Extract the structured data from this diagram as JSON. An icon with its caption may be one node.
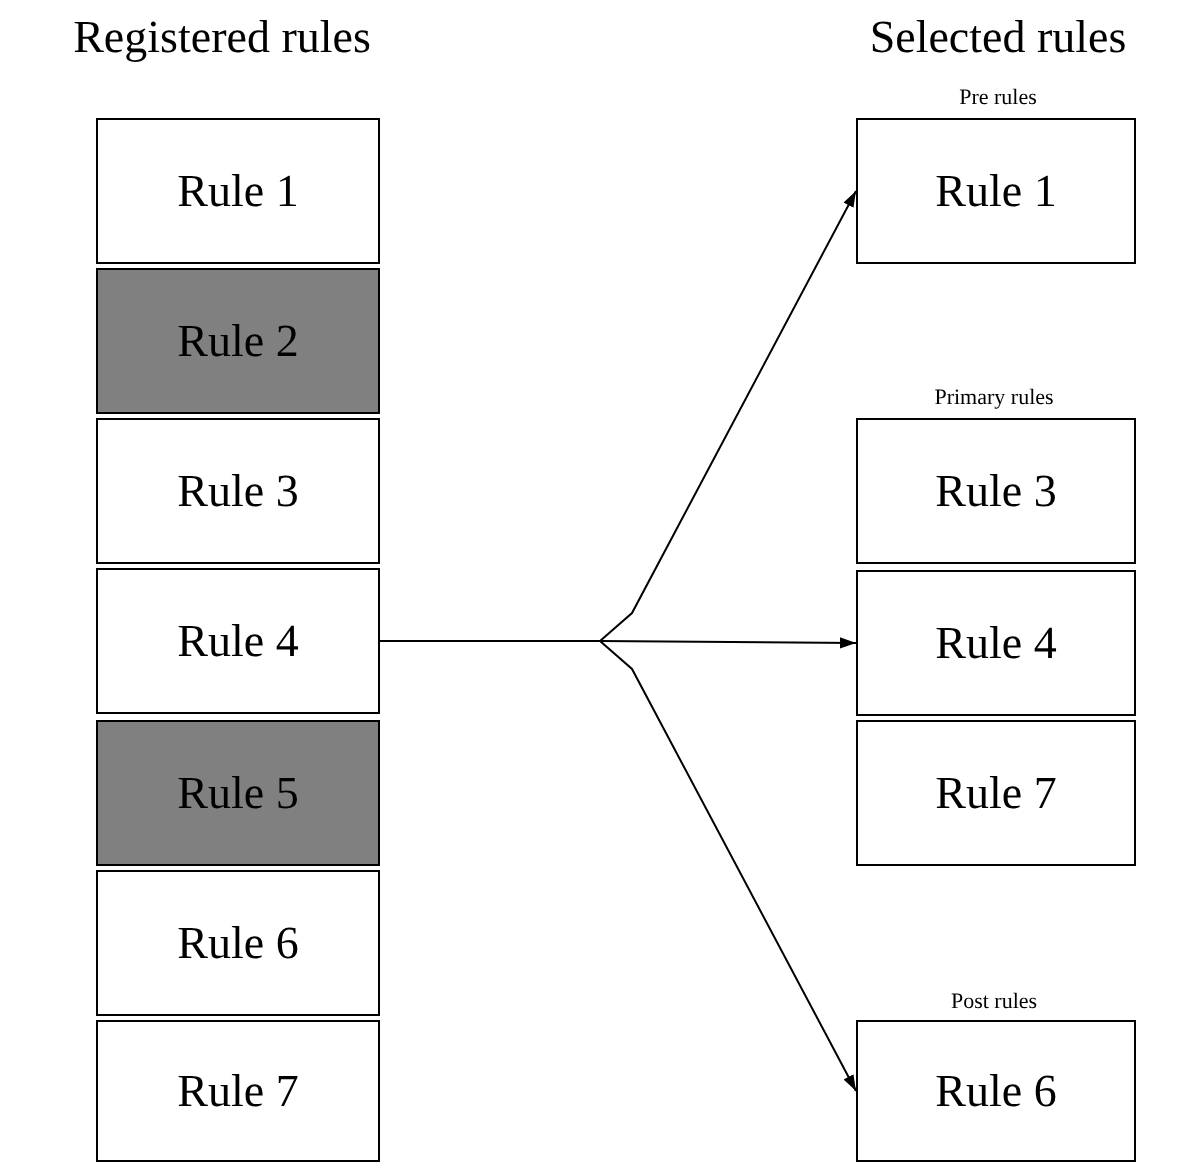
{
  "diagram": {
    "nodes": [
      {
        "text": [
          "Rule 1"
        ]
      },
      {
        "text": [
          "Rule 2"
        ]
      },
      {
        "text": [
          "Rule 3"
        ]
      },
      {
        "text": [
          "Rule 4"
        ]
      },
      {
        "text": [
          "Rule 5"
        ]
      },
      {
        "text": [
          "Rule 6"
        ]
      },
      {
        "text": [
          "Rule 7"
        ]
      },
      {
        "text": [
          "Rule 1"
        ]
      },
      {
        "text": [
          "Rule 3"
        ]
      },
      {
        "text": [
          "Rule 4"
        ]
      },
      {
        "text": [
          "Rule 7"
        ]
      },
      {
        "text": [
          "Rule 6"
        ]
      }
    ],
    "edges": [
      {
        "from": 3,
        "to": 7,
        "arrow": "to"
      },
      {
        "from": 3,
        "to": 9,
        "arrow": "to"
      },
      {
        "from": 3,
        "to": 11,
        "arrow": "to"
      }
    ],
    "labels": [
      "Registered rules",
      "Selected rules",
      "Pre rules",
      "Primary rules",
      "Post rules"
    ]
  }
}
